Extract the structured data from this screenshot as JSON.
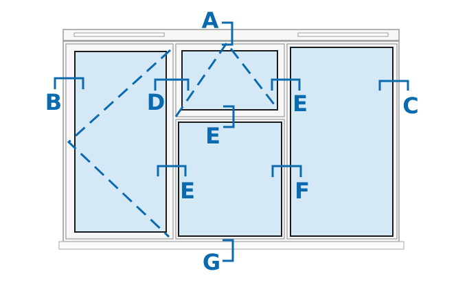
{
  "colors": {
    "callout": "#0a6ab0",
    "glass": "#d4e8f5"
  },
  "callouts": {
    "a": "A",
    "b": "B",
    "c": "C",
    "d": "D",
    "e1": "E",
    "e2": "E",
    "e3": "E",
    "f": "F",
    "g": "G"
  }
}
